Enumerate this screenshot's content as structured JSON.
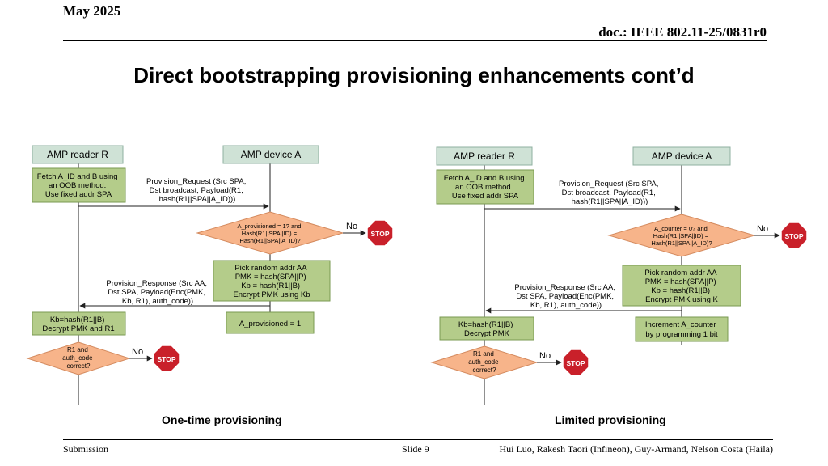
{
  "header": {
    "date": "May 2025",
    "doc_id": "doc.: IEEE 802.11-25/0831r0"
  },
  "title": "Direct bootstrapping provisioning enhancements cont’d",
  "footer": {
    "left": "Submission",
    "slide": "Slide 9",
    "authors": "Hui Luo, Rakesh Taori (Infineon), Guy-Armand, Nelson Costa (Haila)"
  },
  "diagrams": {
    "left": {
      "caption": "One-time provisioning",
      "reader_label": "AMP reader R",
      "device_label": "AMP device A",
      "reader_box1": [
        "Fetch A_ID and B using",
        "an OOB method.",
        "Use fixed addr SPA"
      ],
      "request_msg": [
        "Provision_Request  (Src SPA,",
        "Dst broadcast, Payload(R1,",
        "hash(R1||SPA||A_ID)))"
      ],
      "device_decision": [
        "A_provisioned = 1? and",
        "Hash(R1||SPA||ID) =",
        "Hash(R1||SPA||A_ID)?"
      ],
      "no_label_1": "No",
      "stop_label": "STOP",
      "device_box1": [
        "Pick random addr AA",
        "PMK = hash(SPA||P)",
        "Kb = hash(R1||B)",
        "Encrypt PMK using Kb"
      ],
      "response_msg": [
        "Provision_Response  (Src AA,",
        "Dst SPA, Payload(Enc(PMK,",
        "Kb, R1), auth_code))"
      ],
      "device_box2": [
        "A_provisioned  = 1"
      ],
      "reader_box2": [
        "Kb=hash(R1||B)",
        "Decrypt PMK and R1"
      ],
      "reader_decision": [
        "R1 and",
        "auth_code",
        "correct?"
      ],
      "no_label_2": "No"
    },
    "right": {
      "caption": "Limited provisioning",
      "reader_label": "AMP reader R",
      "device_label": "AMP device A",
      "reader_box1": [
        "Fetch A_ID and B using",
        "an OOB method.",
        "Use fixed addr SPA"
      ],
      "request_msg": [
        "Provision_Request  (Src SPA,",
        "Dst broadcast, Payload(R1,",
        "hash(R1||SPA||A_ID)))"
      ],
      "device_decision": [
        "A_counter = 0? and",
        "Hash(R1||SPA||ID) =",
        "Hash(R1||SPA||A_ID)?"
      ],
      "no_label_1": "No",
      "stop_label": "STOP",
      "device_box1": [
        "Pick random addr AA",
        "PMK = hash(SPA||P)",
        "Kb = hash(R1||B)",
        "Encrypt PMK using K"
      ],
      "response_msg": [
        "Provision_Response  (Src AA,",
        "Dst SPA, Payload(Enc(PMK,",
        "Kb, R1), auth_code))"
      ],
      "device_box2": [
        "Increment  A_counter",
        "by programming  1 bit"
      ],
      "reader_box2": [
        "Kb=hash(R1||B)",
        "Decrypt PMK"
      ],
      "reader_decision": [
        "R1 and",
        "auth_code",
        "correct?"
      ],
      "no_label_2": "No"
    }
  },
  "colors": {
    "header_box": "#cfe2d6",
    "header_border": "#8fb0a0",
    "green_box": "#b4cc8a",
    "green_border": "#7a9a52",
    "decision": "#f7b48a",
    "decision_border": "#d48a5e",
    "stop_red": "#c9202a",
    "line": "#222222"
  }
}
